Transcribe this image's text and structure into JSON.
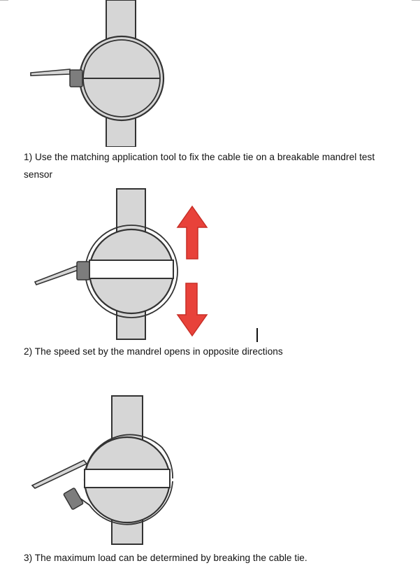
{
  "steps": [
    {
      "caption_line1": "1)  Use the matching application tool to fix the cable tie on a breakable mandrel test",
      "caption_line2": "sensor"
    },
    {
      "caption_line1": "2)  The speed set by the mandrel opens in opposite directions"
    },
    {
      "caption_line1": "3)  The maximum load can be determined by breaking the cable tie."
    }
  ],
  "colors": {
    "line": "#333333",
    "mandrel_fill": "#d6d6d6",
    "gap_fill": "#ffffff",
    "tie_head": "#7d7d7d",
    "arrow": "#e8423a",
    "arrow_stroke": "#c72e26"
  },
  "icons": {
    "up": "arrow-up-icon",
    "down": "arrow-down-icon"
  }
}
